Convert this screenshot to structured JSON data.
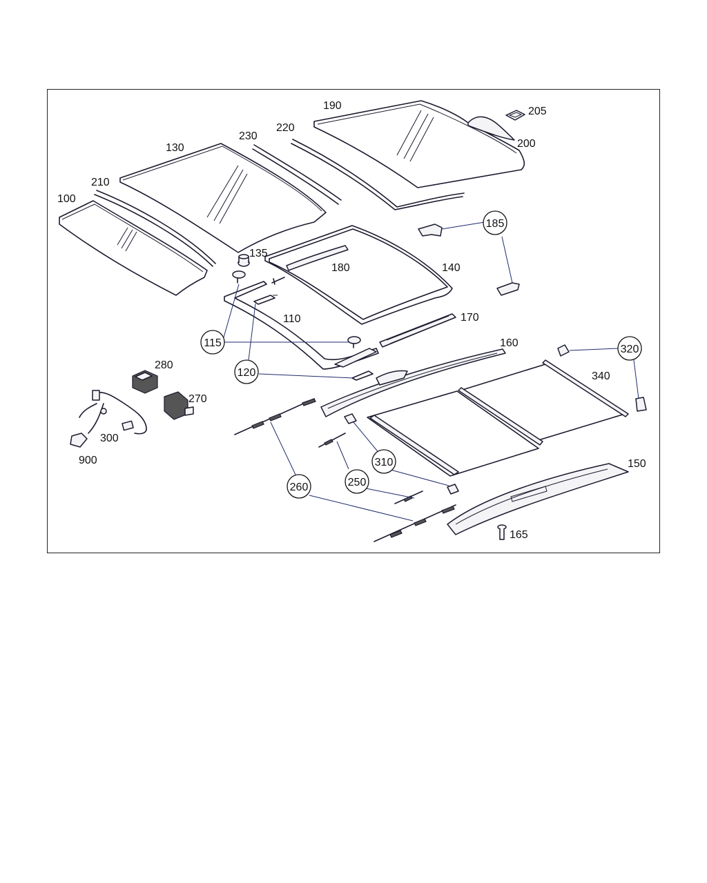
{
  "diagram": {
    "labels": [
      {
        "id": "p100",
        "text": "100"
      },
      {
        "id": "p110",
        "text": "110"
      },
      {
        "id": "p130",
        "text": "130"
      },
      {
        "id": "p135",
        "text": "135"
      },
      {
        "id": "p140",
        "text": "140"
      },
      {
        "id": "p150",
        "text": "150"
      },
      {
        "id": "p160",
        "text": "160"
      },
      {
        "id": "p165",
        "text": "165"
      },
      {
        "id": "p170",
        "text": "170"
      },
      {
        "id": "p180",
        "text": "180"
      },
      {
        "id": "p190",
        "text": "190"
      },
      {
        "id": "p200",
        "text": "200"
      },
      {
        "id": "p205",
        "text": "205"
      },
      {
        "id": "p210",
        "text": "210"
      },
      {
        "id": "p220",
        "text": "220"
      },
      {
        "id": "p230",
        "text": "230"
      },
      {
        "id": "p270",
        "text": "270"
      },
      {
        "id": "p280",
        "text": "280"
      },
      {
        "id": "p300",
        "text": "300"
      },
      {
        "id": "p340",
        "text": "340"
      },
      {
        "id": "p900",
        "text": "900"
      }
    ],
    "callouts": [
      {
        "id": "c115",
        "text": "115"
      },
      {
        "id": "c120",
        "text": "120"
      },
      {
        "id": "c185",
        "text": "185"
      },
      {
        "id": "c250",
        "text": "250"
      },
      {
        "id": "c260",
        "text": "260"
      },
      {
        "id": "c310",
        "text": "310"
      },
      {
        "id": "c320",
        "text": "320"
      }
    ]
  }
}
